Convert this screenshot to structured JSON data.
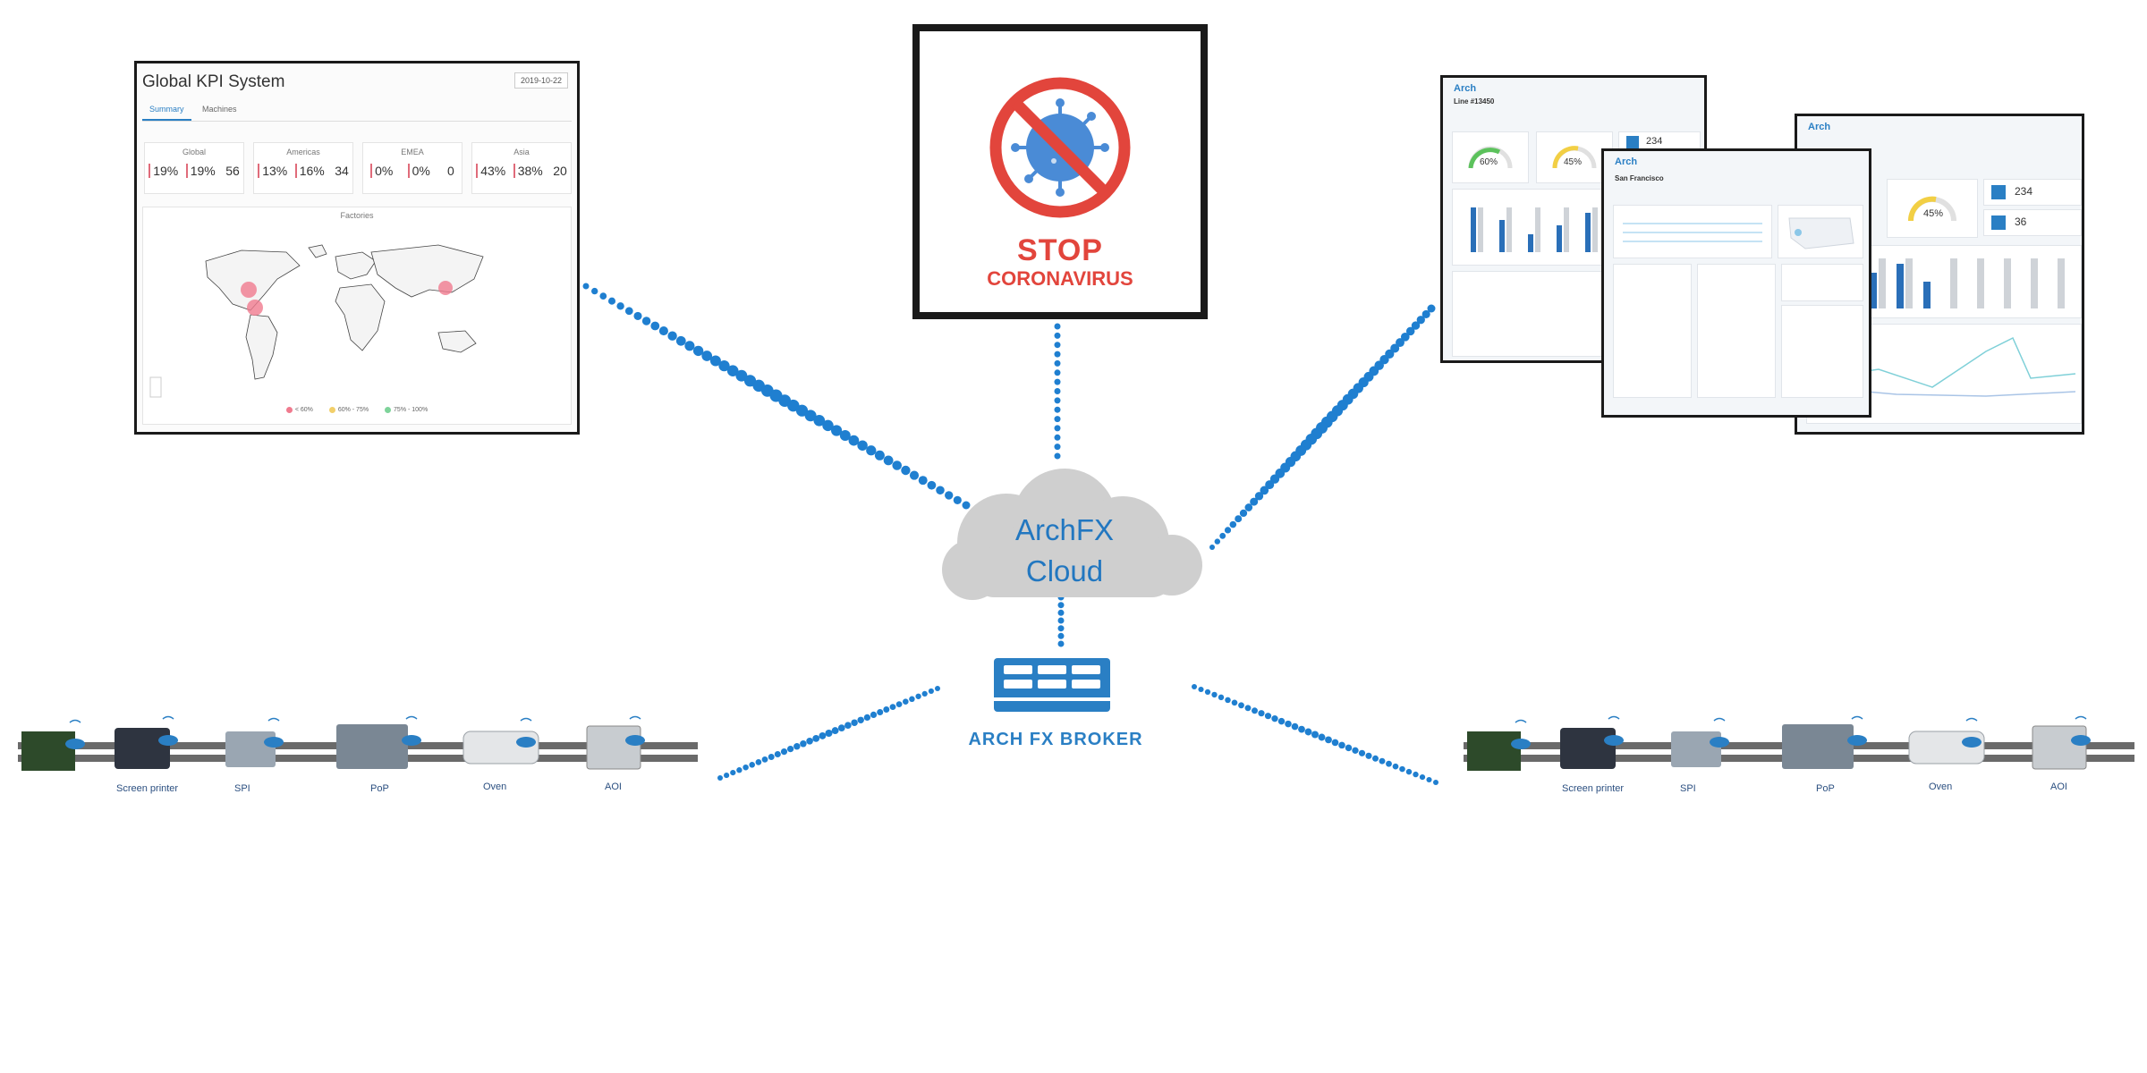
{
  "kpi_card": {
    "title": "Global KPI System",
    "date": "2019-10-22",
    "tabs": [
      "Summary",
      "Machines"
    ],
    "regions": [
      {
        "name": "Global",
        "v1": "19%",
        "v2": "19%",
        "v3": "56"
      },
      {
        "name": "Americas",
        "v1": "13%",
        "v2": "16%",
        "v3": "34"
      },
      {
        "name": "EMEA",
        "v1": "0%",
        "v2": "0%",
        "v3": "0"
      },
      {
        "name": "Asia",
        "v1": "43%",
        "v2": "38%",
        "v3": "20"
      }
    ],
    "map_title": "Factories",
    "legend": [
      "< 60%",
      "60% - 75%",
      "75% - 100%"
    ],
    "legend_colors": [
      "#f07a8e",
      "#f2cf6a",
      "#7ed39a"
    ]
  },
  "stop_sign": {
    "line1": "STOP",
    "line2": "CORONAVIRUS",
    "color": "#e2453c"
  },
  "dashboards": {
    "logo": "Arch",
    "line_title": "Line #13450",
    "site_title": "San Francisco",
    "gauges": [
      "60%",
      "45%"
    ],
    "counts": [
      "234",
      "36"
    ]
  },
  "cloud": {
    "line1": "ArchFX",
    "line2": "Cloud"
  },
  "broker": {
    "label": "ARCH FX BROKER"
  },
  "production_line": {
    "machines": [
      "Screen printer",
      "SPI",
      "PoP",
      "Oven",
      "AOI"
    ]
  },
  "colors": {
    "accent": "#2277c0",
    "connector": "#1f7fd0",
    "cloud": "#cfcfcf"
  }
}
